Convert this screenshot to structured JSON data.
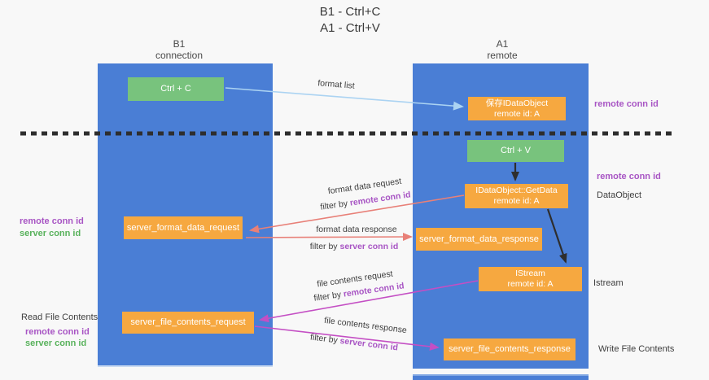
{
  "title": {
    "line1": "B1 - Ctrl+C",
    "line2": "A1 - Ctrl+V"
  },
  "lanes": {
    "left": {
      "line1": "B1",
      "line2": "connection"
    },
    "right": {
      "line1": "A1",
      "line2": "remote"
    }
  },
  "nodes": {
    "ctrl_c": {
      "label": "Ctrl + C"
    },
    "ctrl_v": {
      "label": "Ctrl + V"
    },
    "save_dataobject": {
      "line1": "保存IDataObject",
      "line2": "remote id: A"
    },
    "getdata": {
      "line1": "IDataObject::GetData",
      "line2": "remote id: A"
    },
    "istream": {
      "line1": "IStream",
      "line2": "remote id: A"
    },
    "format_request": {
      "label": "server_format_data_request"
    },
    "format_response": {
      "label": "server_format_data_response"
    },
    "file_request": {
      "label": "server_file_contents_request"
    },
    "file_response": {
      "label": "server_file_contents_response"
    }
  },
  "edges": {
    "format_list": {
      "label": "format list"
    },
    "format_data_request": {
      "label": "format data request",
      "filter_prefix": "filter by ",
      "filter_key": "remote conn id"
    },
    "format_data_response": {
      "label": "format data response",
      "filter_prefix": "filter by ",
      "filter_key": "server conn id"
    },
    "file_contents_request": {
      "label": "file contents request",
      "filter_prefix": "filter by ",
      "filter_key": "remote conn id"
    },
    "file_contents_response": {
      "label": "file contents response",
      "filter_prefix": "filter by ",
      "filter_key": "server conn id"
    }
  },
  "side_labels": {
    "right_remote_conn_id_top": "remote conn id",
    "right_remote_conn_id_mid": "remote conn id",
    "right_dataobject": "DataObject",
    "right_istream": "Istream",
    "right_write_file": "Write File Contents",
    "left_remote_conn_id_mid": "remote conn id",
    "left_server_conn_id_mid": "server conn id",
    "left_read_file": "Read File Contents",
    "left_remote_conn_id_bottom": "remote conn id",
    "left_server_conn_id_bottom": "server conn id"
  },
  "colors": {
    "lane_blue": "#4a7ed5",
    "node_green": "#78c37d",
    "node_orange": "#f6a840",
    "arrow_salmon": "#e88078",
    "arrow_magenta": "#c44fc4",
    "arrow_lightblue": "#abd3f2",
    "arrow_black": "#2e2e2e",
    "text_purple": "#a855c4",
    "text_green": "#59b25c",
    "background": "#f8f8f8"
  }
}
